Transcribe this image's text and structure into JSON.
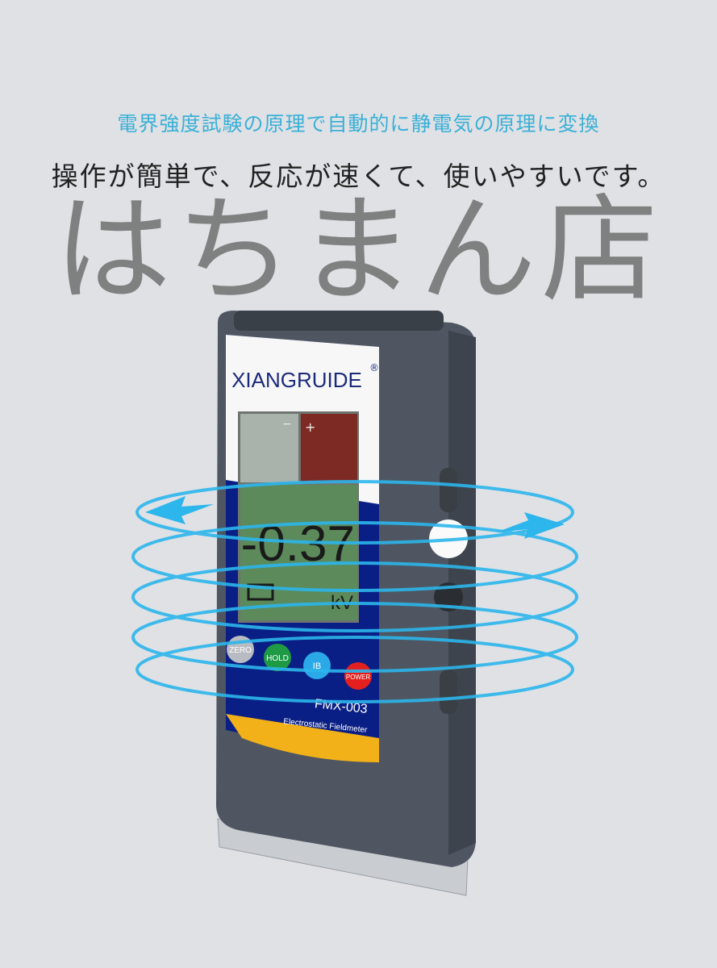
{
  "header": {
    "subtitle": "電界強度試験の原理で自動的に静電気の原理に変換",
    "title": "操作が簡単で、反応が速くて、使いやすいです。"
  },
  "device": {
    "brand": "XIANGRUIDE",
    "registered_mark": "®",
    "display": {
      "reading": "-0.37",
      "unit": "kV",
      "minus": "−",
      "plus": "+"
    },
    "buttons": [
      {
        "label": "ZERO",
        "color": "#b8bcc2"
      },
      {
        "label": "HOLD",
        "color": "#1e9a45"
      },
      {
        "label": "IB",
        "color": "#2aa8e8"
      },
      {
        "label": "POWER",
        "color": "#e3201f"
      }
    ],
    "model": "FMX-003",
    "description": "Electrostatic Fieldmeter"
  },
  "watermark": "はちまん店",
  "colors": {
    "background": "#dfe1e5",
    "accent": "#3bb0d6",
    "body": "#4f5661",
    "panel": "#0a1f85",
    "lcd": "#5c8a5a"
  }
}
